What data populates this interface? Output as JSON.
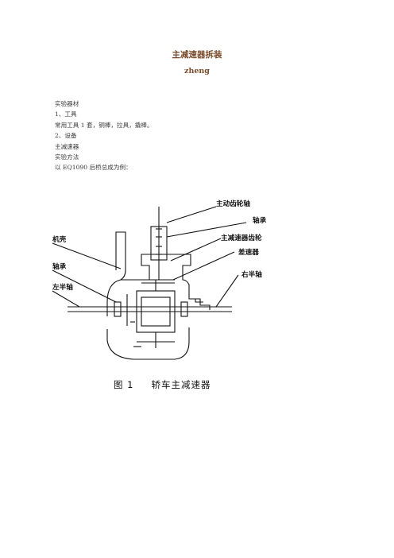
{
  "document": {
    "title": "主减速器拆装",
    "author": "zheng",
    "lines": [
      "实验器材",
      "1、工具",
      "常用工具 1 套，铜棒，拉具，撬棒。",
      "2、设备",
      "主减速器",
      "实验方法",
      "以 EQ1090 后桥总成为例："
    ]
  },
  "figure": {
    "labels": {
      "drive_pinion_shaft": "主动齿轮轴",
      "bearing_right": "轴承",
      "main_gear": "主减速器齿轮",
      "differential": "差速器",
      "right_half_shaft": "右半轴",
      "housing": "机壳",
      "bearing_left": "轴承",
      "left_half_shaft": "左半轴"
    },
    "caption_number": "图 1",
    "caption_text": "轿车主减速器"
  }
}
